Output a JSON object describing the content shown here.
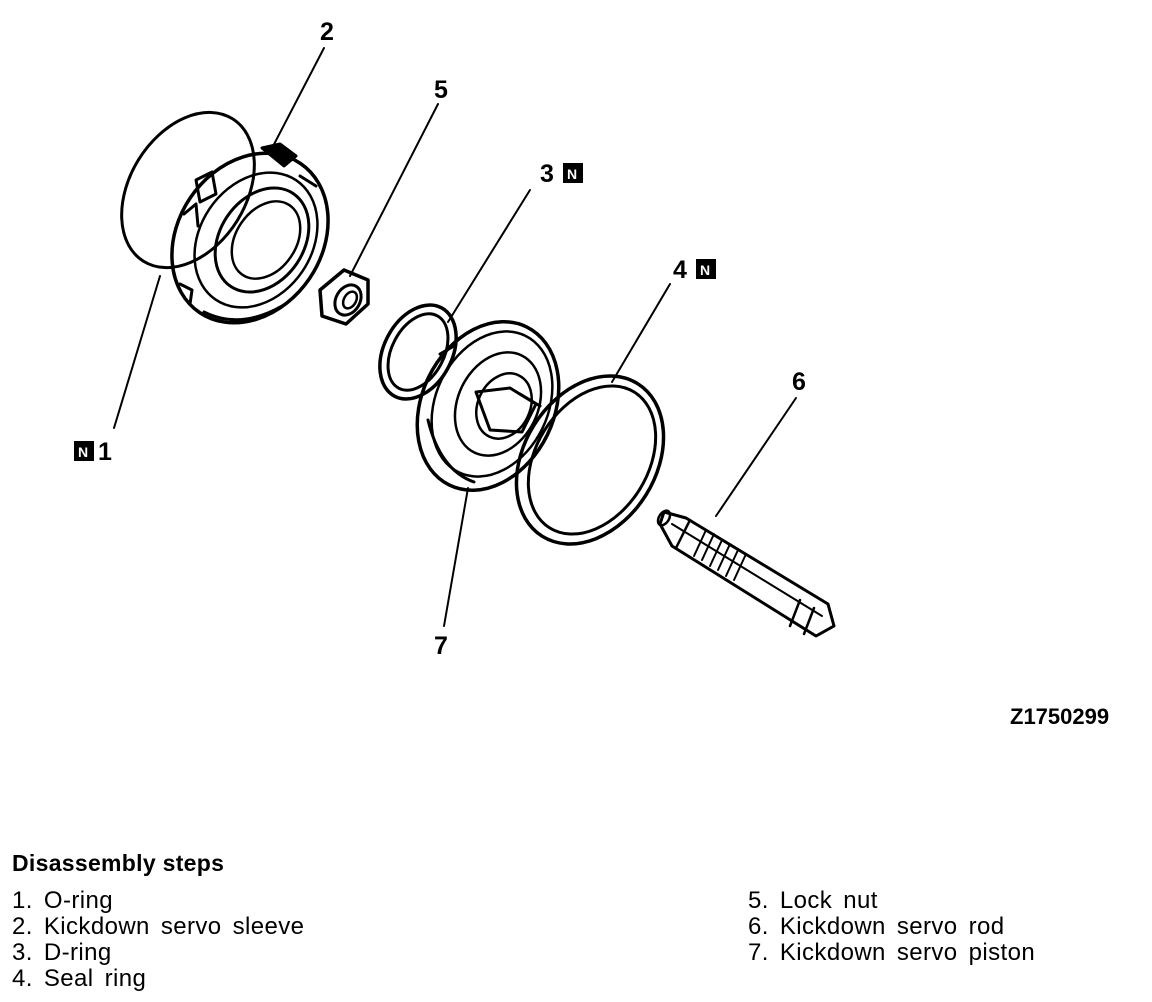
{
  "callouts": {
    "c1": "1",
    "c2": "2",
    "c3": "3",
    "c4": "4",
    "c5": "5",
    "c6": "6",
    "c7": "7",
    "new_part_mark": "N"
  },
  "figure_code": "Z1750299",
  "steps": {
    "title": "Disassembly steps",
    "left": [
      "1. O-ring",
      "2. Kickdown servo sleeve",
      "3. D-ring",
      "4. Seal ring"
    ],
    "right": [
      "5. Lock nut",
      "6. Kickdown servo rod",
      "7. Kickdown servo piston"
    ]
  }
}
